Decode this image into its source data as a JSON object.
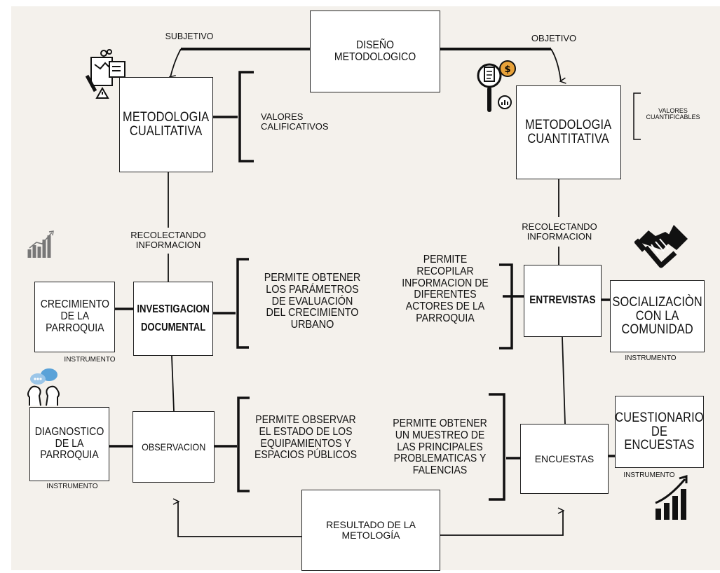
{
  "top": {
    "design": "DISEÑO METODOLOGICO",
    "subjective": "SUBJETIVO",
    "objective": "OBJETIVO"
  },
  "qualitative": {
    "title": "METODOLOGIA\nCUALITATIVA",
    "values": "VALORES\nCALIFICATIVOS",
    "collecting": "RECOLECTANDO\nINFORMACION",
    "doc_research": "INVESTIGACION\nDOCUMENTAL",
    "doc_desc": "PERMITE OBTENER\nLOS PARÁMETROS\nDE EVALUACIÓN\nDEL CRECIMIENTO\nURBANO",
    "growth": "CRECIMIENTO\nDE LA\nPARROQUIA",
    "growth_instr": "INSTRUMENTO",
    "observation": "OBSERVACION",
    "obs_desc": "PERMITE OBSERVAR\nEL ESTADO DE LOS\nEQUIPAMIENTOS Y\nESPACIOS PÚBLICOS",
    "diagnostic": "DIAGNOSTICO\nDE LA\nPARROQUIA",
    "diag_instr": "INSTRUMENTO"
  },
  "quantitative": {
    "title": "METODOLOGIA\nCUANTITATIVA",
    "values": "VALORES\nCUANTIFICABLES",
    "collecting": "RECOLECTANDO\nINFORMACION",
    "interviews": "ENTREVISTAS",
    "int_desc": "PERMITE\nRECOPILAR\nINFORMACION DE\nDIFERENTES\nACTORES DE LA\nPARROQUIA",
    "socialization": "SOCIALIZACIÒN\nCON LA\nCOMUNIDAD",
    "soc_instr": "INSTRUMENTO",
    "surveys": "ENCUESTAS",
    "survey_desc": "PERMITE OBTENER\nUN MUESTREO DE\nLAS PRINCIPALES\nPROBLEMATICAS Y\nFALENCIAS",
    "questionnaire": "CUESTIONARIO\nDE ENCUESTAS",
    "quest_instr": "INSTRUMENTO"
  },
  "result": "RESULTADO DE LA\nMETOLOGÍA"
}
